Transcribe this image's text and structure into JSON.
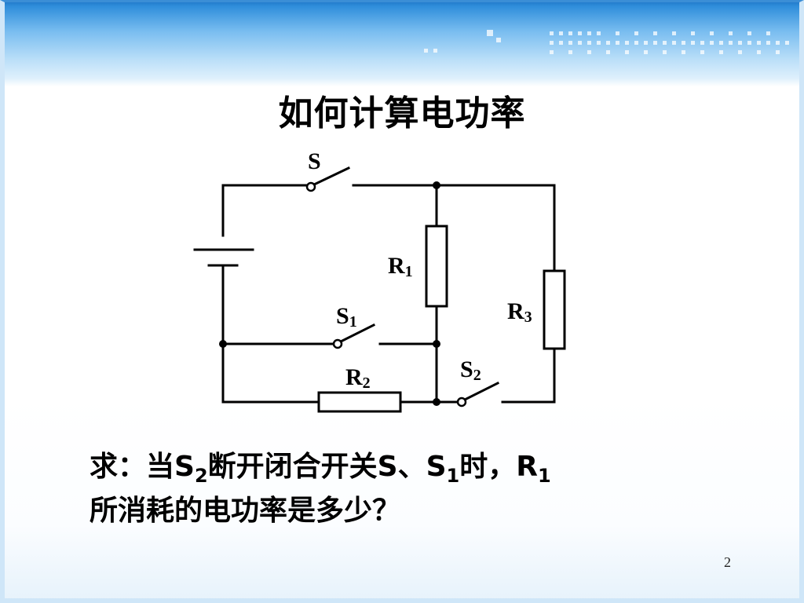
{
  "slide": {
    "title": "如何计算电功率",
    "page_number": "2"
  },
  "circuit": {
    "labels": {
      "S": "S",
      "S1_main": "S",
      "S1_sub": "1",
      "S2_main": "S",
      "S2_sub": "2",
      "R1_main": "R",
      "R1_sub": "1",
      "R2_main": "R",
      "R2_sub": "2",
      "R3_main": "R",
      "R3_sub": "3"
    }
  },
  "question": {
    "line1": {
      "p1": "求：当S",
      "p1_sub": "2",
      "p2": "断开闭合开关S、S",
      "p2_sub": "1",
      "p3": "时，R",
      "p3_sub": "1"
    },
    "line2": "所消耗的电功率是多少？"
  },
  "colors": {
    "header_blue": "#2f8edb",
    "wire": "#000000"
  }
}
